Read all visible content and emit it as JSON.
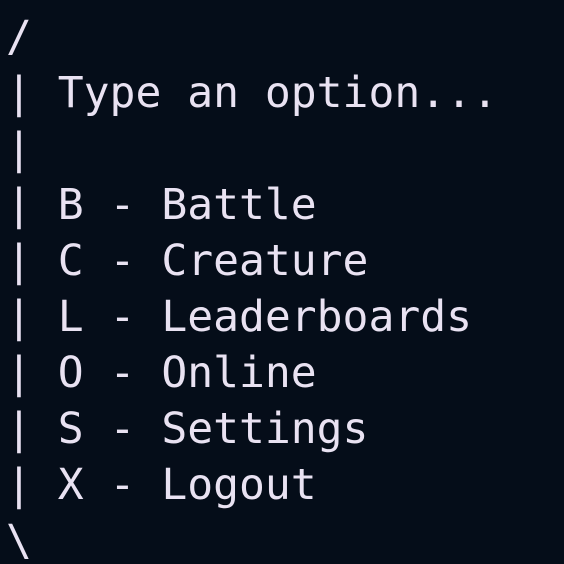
{
  "menu": {
    "top_corner": "/",
    "bottom_corner": "\\",
    "prefix": "| ",
    "bar": "|",
    "prompt": "Type an option...",
    "options": [
      {
        "text": "B - Battle"
      },
      {
        "text": "C - Creature"
      },
      {
        "text": "L - Leaderboards"
      },
      {
        "text": "O - Online"
      },
      {
        "text": "S - Settings"
      },
      {
        "text": "X - Logout"
      }
    ]
  },
  "colors": {
    "background": "#050d19",
    "text": "#e9e2f2"
  }
}
